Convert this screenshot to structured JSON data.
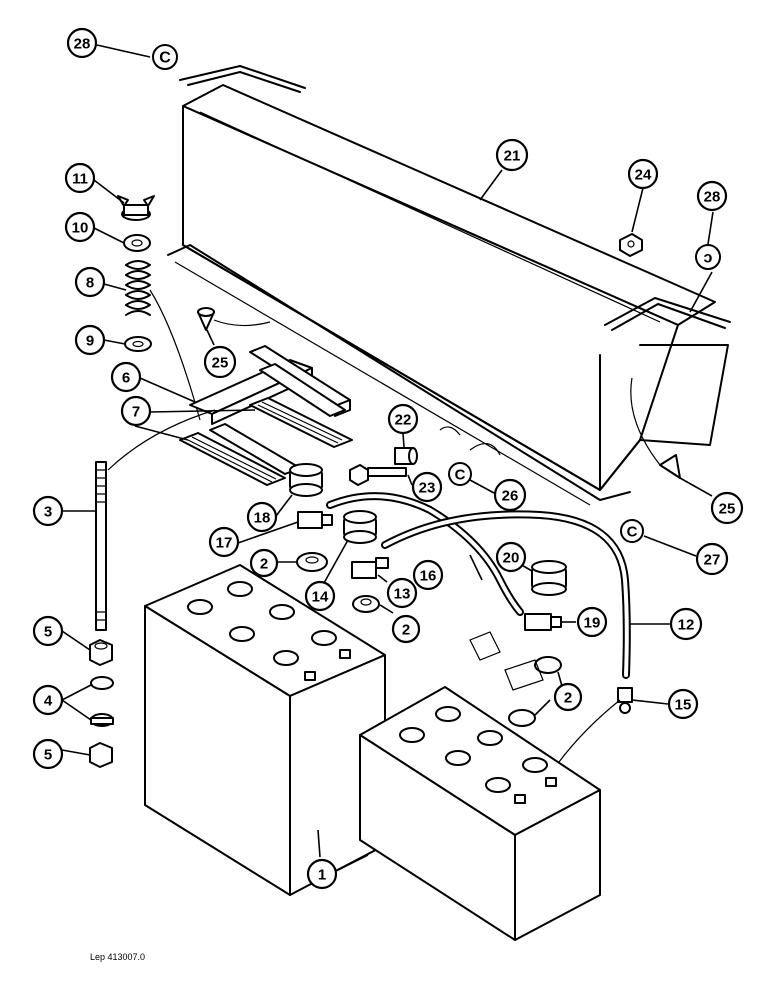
{
  "figure": {
    "reference": "Lep 413007.0"
  },
  "callouts": [
    {
      "id": "c28a",
      "label": "28"
    },
    {
      "id": "c11",
      "label": "11"
    },
    {
      "id": "c10",
      "label": "10"
    },
    {
      "id": "c8",
      "label": "8"
    },
    {
      "id": "c9",
      "label": "9"
    },
    {
      "id": "c6",
      "label": "6"
    },
    {
      "id": "c7",
      "label": "7"
    },
    {
      "id": "c3",
      "label": "3"
    },
    {
      "id": "c5a",
      "label": "5"
    },
    {
      "id": "c4",
      "label": "4"
    },
    {
      "id": "c5b",
      "label": "5"
    },
    {
      "id": "c21",
      "label": "21"
    },
    {
      "id": "c24",
      "label": "24"
    },
    {
      "id": "c28b",
      "label": "28"
    },
    {
      "id": "c25a",
      "label": "25"
    },
    {
      "id": "c22",
      "label": "22"
    },
    {
      "id": "c23",
      "label": "23"
    },
    {
      "id": "c26",
      "label": "26"
    },
    {
      "id": "c25b",
      "label": "25"
    },
    {
      "id": "c27",
      "label": "27"
    },
    {
      "id": "c18",
      "label": "18"
    },
    {
      "id": "c17",
      "label": "17"
    },
    {
      "id": "c2a",
      "label": "2"
    },
    {
      "id": "c14",
      "label": "14"
    },
    {
      "id": "c13",
      "label": "13"
    },
    {
      "id": "c2b",
      "label": "2"
    },
    {
      "id": "c16",
      "label": "16"
    },
    {
      "id": "c20",
      "label": "20"
    },
    {
      "id": "c19",
      "label": "19"
    },
    {
      "id": "c12",
      "label": "12"
    },
    {
      "id": "c2c",
      "label": "2"
    },
    {
      "id": "c15",
      "label": "15"
    },
    {
      "id": "c1",
      "label": "1"
    }
  ]
}
